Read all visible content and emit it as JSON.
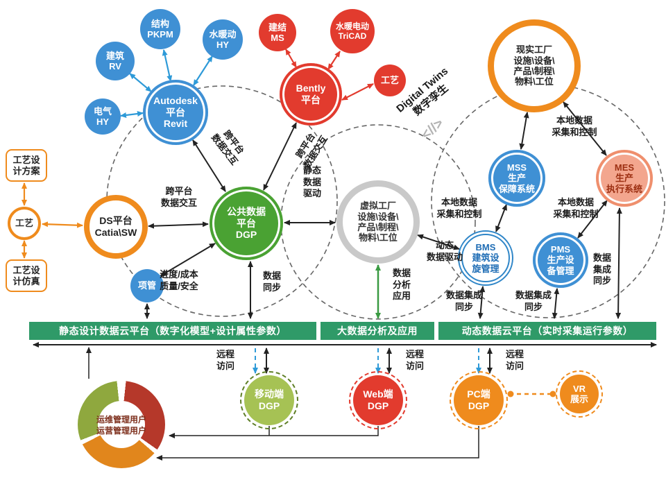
{
  "colors": {
    "blue": "#3f90d4",
    "red": "#e23b2e",
    "orange": "#ef8b1d",
    "green": "#4aa233",
    "salmon": "#f3a68e",
    "gray_ring": "#c9c9c9",
    "banner_green": "#2f9a68",
    "olive_green": "#a6c254",
    "donut_red": "#b5382a",
    "donut_orange": "#e1861c",
    "donut_green": "#8fa83e"
  },
  "nodes": {
    "jianzhu_rv": "建筑\nRV",
    "jiegou_pkpm": "结构\nPKPM",
    "shuinuandong_hy": "水暖动\nHY",
    "dianqi_hy": "电气\nHY",
    "autodesk": "Autodesk\n平台\nRevit",
    "jianjie_ms": "建结\nMS",
    "shuinuan_tricad": "水暖电动\nTriCAD",
    "bently": "Bently\n平台",
    "gongyi_top": "工艺",
    "real_factory": "现实工厂\n设施\\设备\\\n产品\\制程\\\n物料\\工位",
    "mss": "MSS\n生产\n保障系统",
    "mes": "MES\n生产\n执行系统",
    "bms": "BMS\n建筑设\n旋管理",
    "pms": "PMS\n生产设\n备管理",
    "gongyi_fangan": "工艺设\n计方案",
    "gongyi_left": "工艺",
    "gongyi_fangzhen": "工艺设\n计仿真",
    "ds_catia": "DS平台\nCatia\\SW",
    "xiangguan": "项管",
    "dgp": "公共数据\n平台\nDGP",
    "virtual_factory": "虚拟工厂\n设施\\设备\\\n产品\\制程\\\n物料\\工位",
    "mobile_dgp": "移动端\nDGP",
    "web_dgp": "Web端\nDGP",
    "pc_dgp": "PC端\nDGP",
    "vr": "VR\n展示"
  },
  "labels": {
    "kua_autodesk": "跨平台\n数据交互",
    "kua_bently": "跨平台\n数据交互",
    "kua_ds": "跨平台\n数据交互",
    "jingtai": "静态\n数据\n驱动",
    "jindu": "进度/成本\n质量/安全",
    "shuju_tongbu": "数据\n同步",
    "shuju_fenxi": "数据\n分析\n应用",
    "bendi_top": "本地数据\n采集和控制",
    "bendi_left": "本地数据\n采集和控制",
    "bendi_right": "本地数据\n采集和控制",
    "dongtai": "动态\n数据驱动",
    "jicheng_left": "数据集成\n同步",
    "jicheng_right": "数据集成\n同步",
    "jicheng_far": "数据\n集成\n同步",
    "digital_twins": "Digital Twins\n数字孪生",
    "chevrons": "<//>",
    "remote_1": "远程\n访问",
    "remote_2": "远程\n访问",
    "remote_3": "远程\n访问"
  },
  "banners": {
    "static": "静态设计数据云平台（数字化模型+设计属性参数）",
    "bigdata": "大数据分析及应用",
    "dynamic": "动态数据云平台（实时采集运行参数）"
  },
  "donut": {
    "line1": "运维管理用户",
    "line2": "运营管理用户"
  }
}
